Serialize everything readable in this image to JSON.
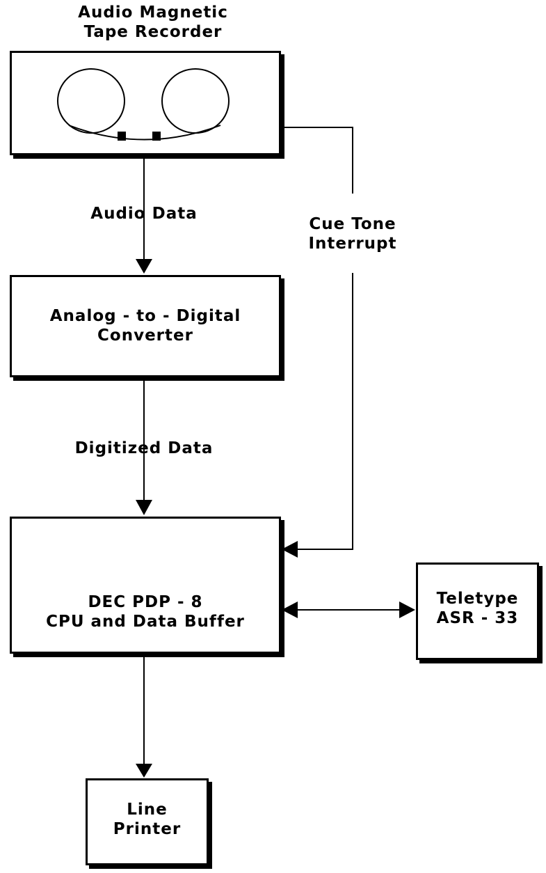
{
  "tape_recorder": {
    "title_line1": "Audio Magnetic",
    "title_line2": "Tape Recorder"
  },
  "audio_data_label": "Audio Data",
  "cue_tone": {
    "line1": "Cue Tone",
    "line2": "Interrupt"
  },
  "adc": {
    "line1": "Analog - to - Digital",
    "line2": "Converter"
  },
  "digitized_data_label": "Digitized Data",
  "cpu": {
    "line1": "DEC PDP - 8",
    "line2": "CPU and Data Buffer"
  },
  "teletype": {
    "line1": "Teletype",
    "line2": "ASR - 33"
  },
  "printer": {
    "line1": "Line",
    "line2": "Printer"
  }
}
